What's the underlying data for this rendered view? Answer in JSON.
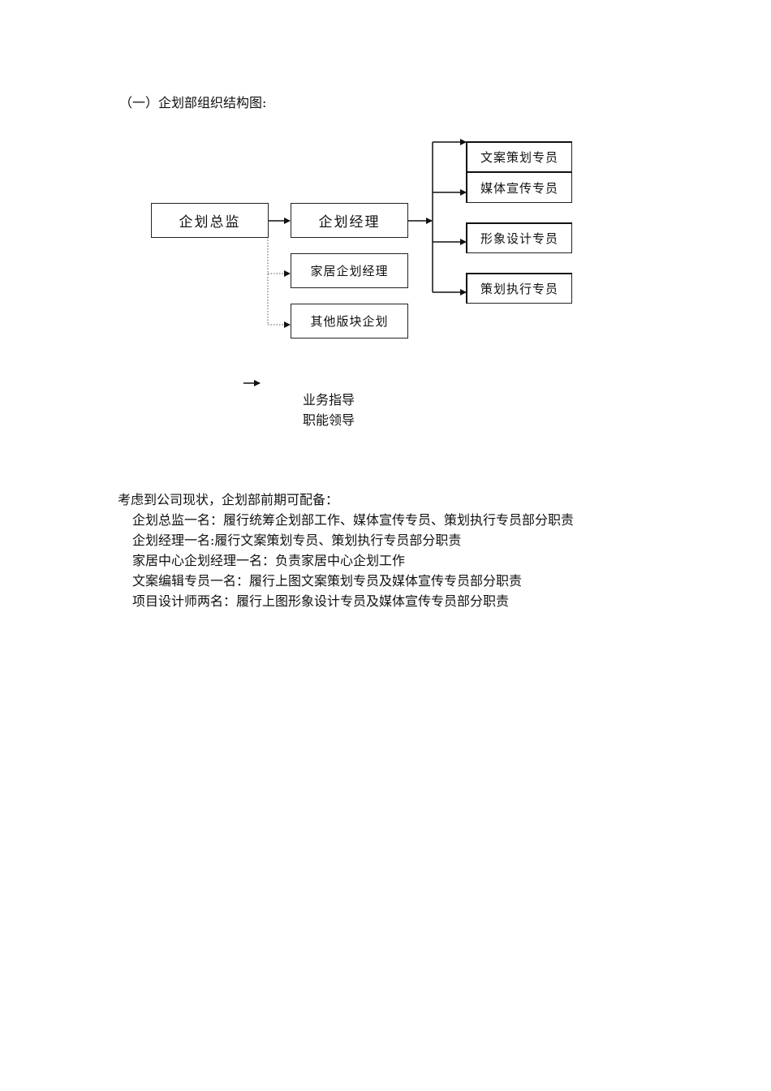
{
  "section_title": "（一）企划部组织结构图:",
  "org_chart": {
    "director": "企划总监",
    "manager": "企划经理",
    "home_manager": "家居企划经理",
    "other_planning": "其他版块企划",
    "copy_specialist": "文案策划专员",
    "media_specialist": "媒体宣传专员",
    "image_specialist": "形象设计专员",
    "execution_specialist": "策划执行专员"
  },
  "legend": {
    "business_guidance": "业务指导",
    "functional_leadership": "职能领导"
  },
  "staffing": {
    "intro": "考虑到公司现状，企划部前期可配备：",
    "items": [
      "企划总监一名：履行统筹企划部工作、媒体宣传专员、策划执行专员部分职责",
      "企划经理一名:履行文案策划专员、策划执行专员部分职责",
      "家居中心企划经理一名：负责家居中心企划工作",
      "文案编辑专员一名：履行上图文案策划专员及媒体宣传专员部分职责",
      "项目设计师两名：履行上图形象设计专员及媒体宣传专员部分职责"
    ]
  }
}
